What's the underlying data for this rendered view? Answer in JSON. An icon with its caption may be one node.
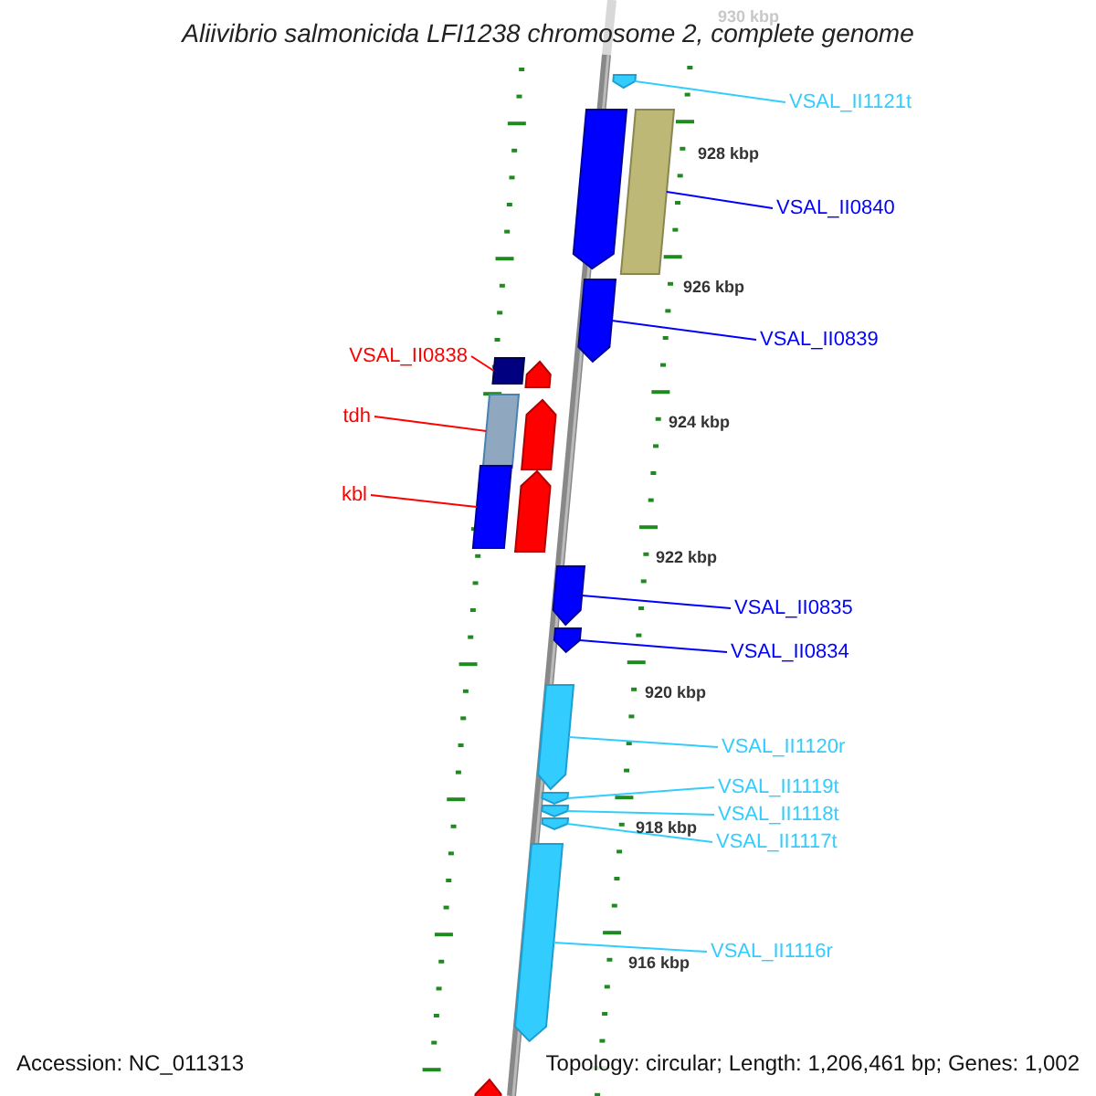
{
  "diagram": {
    "title": "Aliivibrio salmonicida LFI1238 chromosome 2, complete genome",
    "nodes": [
      {
        "text": [
          "VSAL_II1121t"
        ]
      },
      {
        "text": [],
        "shape": "pentagon"
      },
      {
        "text": [],
        "shape": "pentagon"
      },
      {
        "text": [],
        "shape": "box"
      },
      {
        "text": [
          "VSAL_II0840"
        ]
      },
      {
        "text": [],
        "shape": "pentagon"
      },
      {
        "text": [
          "VSAL_II0839"
        ]
      },
      {
        "text": [
          "VSAL_II0838"
        ]
      },
      {
        "text": [],
        "shape": "box"
      },
      {
        "text": [],
        "shape": "pentagon"
      },
      {
        "text": [
          "tdh"
        ]
      },
      {
        "text": [],
        "shape": "box"
      },
      {
        "text": [],
        "shape": "pentagon"
      },
      {
        "text": [
          "kbl"
        ]
      },
      {
        "text": [],
        "shape": "box"
      },
      {
        "text": [],
        "shape": "pentagon"
      },
      {
        "text": [
          "VSAL_II0835"
        ]
      },
      {
        "text": [],
        "shape": "pentagon"
      },
      {
        "text": [],
        "shape": "pentagon"
      },
      {
        "text": [
          "VSAL_II0834"
        ]
      },
      {
        "text": [],
        "shape": "pentagon"
      },
      {
        "text": [
          "VSAL_II1120r"
        ]
      },
      {
        "text": [
          "VSAL_II1119t"
        ]
      },
      {
        "text": [],
        "shape": "pentagon"
      },
      {
        "text": [],
        "shape": "pentagon"
      },
      {
        "text": [],
        "shape": "pentagon"
      },
      {
        "text": [
          "VSAL_II1118t"
        ]
      },
      {
        "text": [
          "VSAL_II1117t"
        ]
      },
      {
        "text": [],
        "shape": "pentagon"
      },
      {
        "text": [
          "VSAL_II1116r"
        ]
      },
      {
        "text": [],
        "shape": "pentagon"
      }
    ],
    "edges": [
      {
        "from": 0,
        "to": 1,
        "arrow": "none"
      },
      {
        "from": 4,
        "to": 3,
        "arrow": "none",
        "color": "#0000ff"
      },
      {
        "from": 6,
        "to": 5,
        "arrow": "none",
        "color": "#0000ff"
      },
      {
        "from": 7,
        "to": 8,
        "arrow": "none",
        "color": "#ff0000"
      },
      {
        "from": 10,
        "to": 11,
        "arrow": "none",
        "color": "#ff0000"
      },
      {
        "from": 13,
        "to": 14,
        "arrow": "none",
        "color": "#ff0000"
      },
      {
        "from": 16,
        "to": 17,
        "arrow": "none",
        "color": "#0000ff"
      },
      {
        "from": 19,
        "to": 18,
        "arrow": "none",
        "color": "#0000ff"
      },
      {
        "from": 21,
        "to": 20,
        "arrow": "none"
      },
      {
        "from": 22,
        "to": 23,
        "arrow": "none"
      },
      {
        "from": 26,
        "to": 24,
        "arrow": "none"
      },
      {
        "from": 27,
        "to": 25,
        "arrow": "none"
      },
      {
        "from": 29,
        "to": 28,
        "arrow": "none"
      }
    ],
    "labels": [
      "930 kbp",
      "928 kbp",
      "926 kbp",
      "924 kbp",
      "922 kbp",
      "920 kbp",
      "918 kbp",
      "916 kbp",
      "Accession: NC_011313",
      "Topology: circular; Length: 1,206,461 bp; Genes: 1,002"
    ]
  }
}
